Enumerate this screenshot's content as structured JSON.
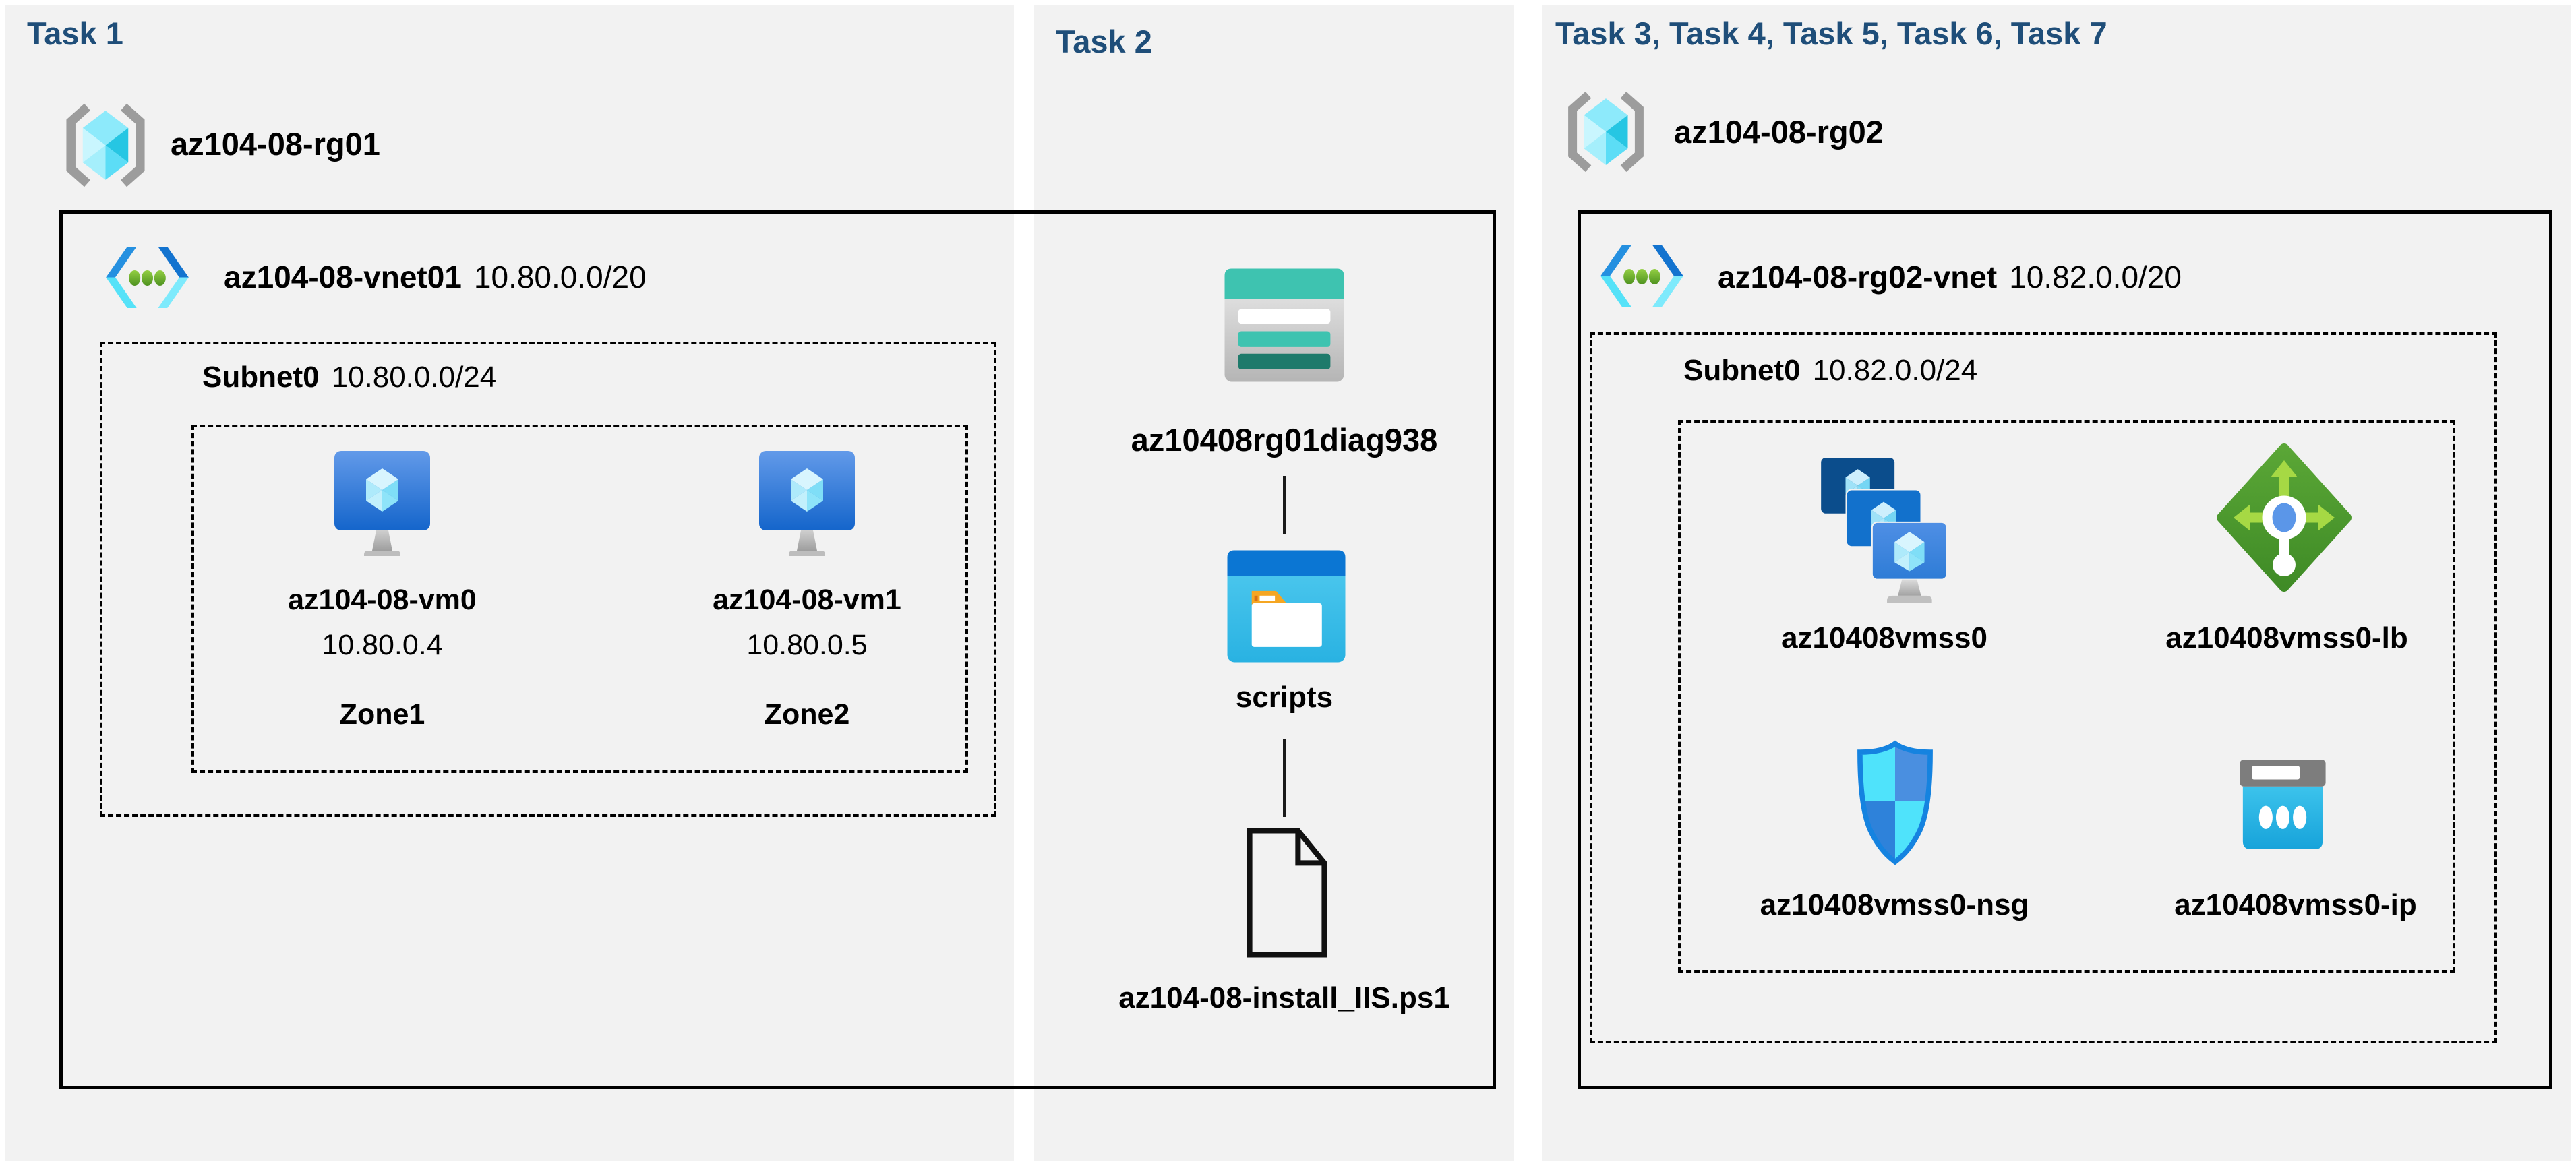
{
  "colors": {
    "header_accent": "#1f4e79",
    "panel_background": "#f2f2f2",
    "canvas_background": "#ffffff",
    "line_color": "#000000"
  },
  "task1": {
    "header": "Task 1",
    "resource_group": "az104-08-rg01",
    "vnet_name": "az104-08-vnet01",
    "vnet_cidr": "10.80.0.0/20",
    "subnet_name": "Subnet0",
    "subnet_cidr": "10.80.0.0/24",
    "vms": [
      {
        "name": "az104-08-vm0",
        "ip": "10.80.0.4",
        "zone": "Zone1"
      },
      {
        "name": "az104-08-vm1",
        "ip": "10.80.0.5",
        "zone": "Zone2"
      }
    ]
  },
  "task2": {
    "header": "Task 2",
    "storage_account": "az10408rg01diag938",
    "container": "scripts",
    "script_file": "az104-08-install_IIS.ps1"
  },
  "task3": {
    "header": "Task 3, Task 4, Task 5, Task 6, Task 7",
    "resource_group": "az104-08-rg02",
    "vnet_name": "az104-08-rg02-vnet",
    "vnet_cidr": "10.82.0.0/20",
    "subnet_name": "Subnet0",
    "subnet_cidr": "10.82.0.0/24",
    "resources": [
      {
        "name": "az10408vmss0",
        "type": "virtual-machine-scale-set"
      },
      {
        "name": "az10408vmss0-lb",
        "type": "load-balancer"
      },
      {
        "name": "az10408vmss0-nsg",
        "type": "network-security-group"
      },
      {
        "name": "az10408vmss0-ip",
        "type": "public-ip-address"
      }
    ]
  }
}
